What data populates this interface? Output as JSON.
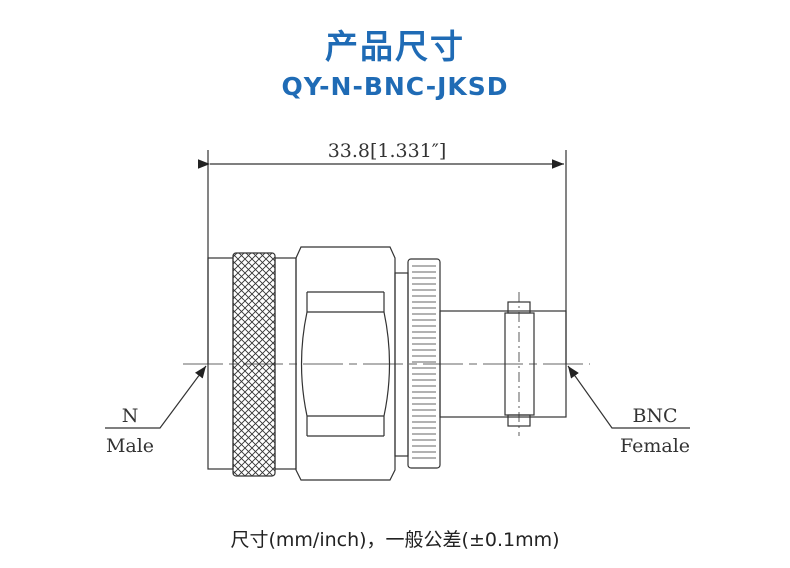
{
  "header": {
    "title": "产品尺寸",
    "model": "QY-N-BNC-JKSD"
  },
  "drawing": {
    "dimension": "33.8[1.331″]",
    "left_label": {
      "line1": "N",
      "line2": "Male"
    },
    "right_label": {
      "line1": "BNC",
      "line2": "Female"
    }
  },
  "footer": {
    "note": "尺寸(mm/inch)，一般公差(±0.1mm)"
  },
  "colors": {
    "accent": "#1f6bb5",
    "line": "#333333"
  }
}
